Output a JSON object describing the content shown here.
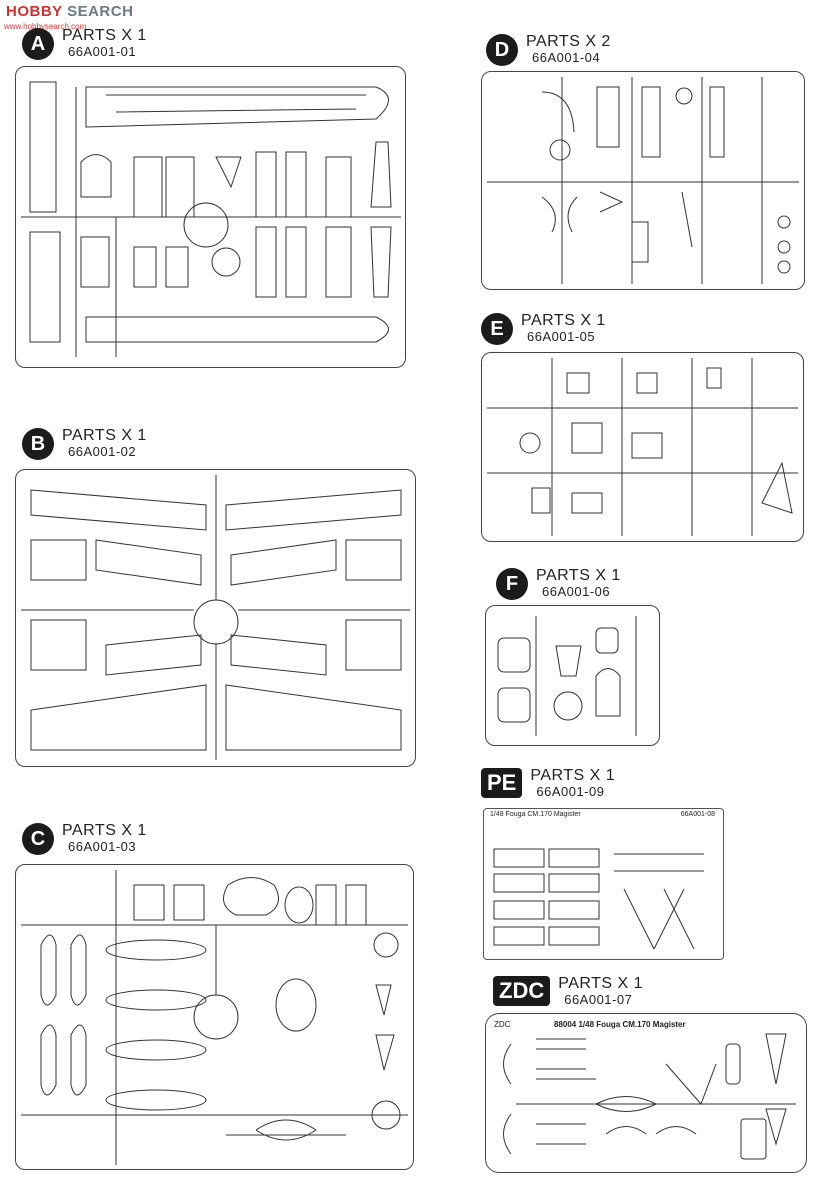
{
  "watermark": {
    "brand_red": "HOBBY",
    "brand_grey": "SEARCH",
    "url": "www.hobbysearch.com"
  },
  "sheets": [
    {
      "letter": "A",
      "title": "PARTS X 1",
      "code": "66A001-01"
    },
    {
      "letter": "D",
      "title": "PARTS X 2",
      "code": "66A001-04"
    },
    {
      "letter": "E",
      "title": "PARTS X 1",
      "code": "66A001-05"
    },
    {
      "letter": "B",
      "title": "PARTS X 1",
      "code": "66A001-02"
    },
    {
      "letter": "F",
      "title": "PARTS X 1",
      "code": "66A001-06"
    },
    {
      "letter": "PE",
      "title": "PARTS X 1",
      "code": "66A001-09"
    },
    {
      "letter": "C",
      "title": "PARTS X 1",
      "code": "66A001-03"
    },
    {
      "letter": "ZDC",
      "title": "PARTS X 1",
      "code": "66A001-07"
    }
  ],
  "pe_sheet": {
    "title": "1/48 Fouga CM.170 Magister",
    "code": "66A001-08",
    "tag": "PE"
  },
  "zdc_sheet": {
    "tag": "ZDC",
    "title": "88004 1/48 Fouga CM.170 Magister"
  },
  "colors": {
    "ink": "#222222",
    "badge": "#1b1b1b",
    "watermark": "#cc3333"
  }
}
